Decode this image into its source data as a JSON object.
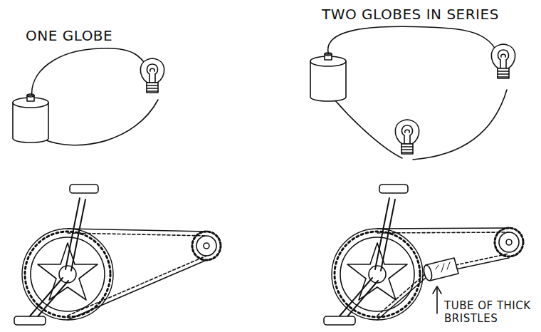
{
  "diagram": {
    "labels": [
      "ONE GLOBE",
      "TWO GLOBES IN SERIES",
      "TUBE OF THICK BRISTLES"
    ]
  }
}
